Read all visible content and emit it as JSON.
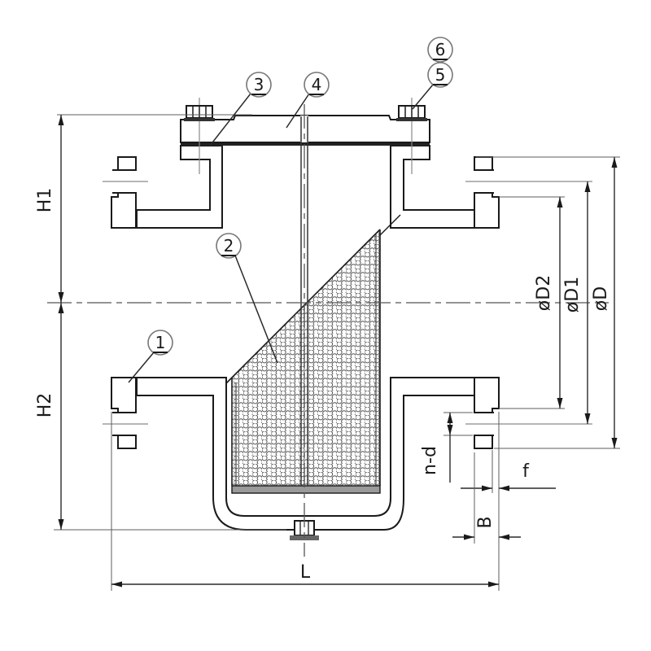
{
  "drawing": {
    "kind": "valve-basket-strainer-sectional-drawing",
    "labels": {
      "H1": "H1",
      "H2": "H2",
      "L": "L",
      "B": "B",
      "f": "f",
      "n_d": "n-d",
      "dD2": "øD2",
      "dD1": "øD1",
      "dD": "øD"
    },
    "callouts": [
      {
        "number": "1"
      },
      {
        "number": "2"
      },
      {
        "number": "3"
      },
      {
        "number": "4"
      },
      {
        "number": "5"
      },
      {
        "number": "6"
      }
    ],
    "colors": {
      "line": "#1a1a1a",
      "thin_line": "#5e5e5e",
      "hatch": "#4a4a4a",
      "background": "#ffffff"
    }
  }
}
